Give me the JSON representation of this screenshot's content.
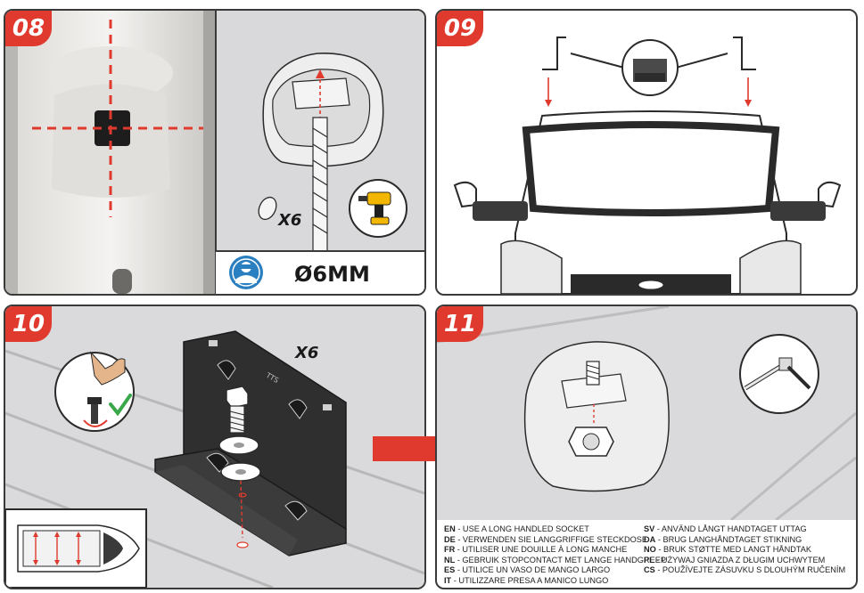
{
  "steps": {
    "s08": {
      "number": "08",
      "spec": "Ø6MM",
      "qty": "X6"
    },
    "s09": {
      "number": "09"
    },
    "s10": {
      "number": "10",
      "qty": "X6",
      "stamp": "TTS"
    },
    "s11": {
      "number": "11"
    }
  },
  "legend": {
    "left": [
      {
        "code": "EN",
        "text": " - USE A LONG HANDLED SOCKET"
      },
      {
        "code": "DE",
        "text": " - VERWENDEN SIE LANGGRIFFIGE STECKDOSE"
      },
      {
        "code": "FR",
        "text": " - UTILISER UNE DOUILLE À LONG MANCHE"
      },
      {
        "code": "NL",
        "text": " - GEBRUIK STOPCONTACT MET LANGE HANDGREEP"
      },
      {
        "code": "ES",
        "text": " - UTILICE UN VASO DE MANGO LARGO"
      },
      {
        "code": "IT",
        "text": " - UTILIZZARE PRESA A MANICO LUNGO"
      }
    ],
    "right": [
      {
        "code": "SV",
        "text": " - ANVÄND LÅNGT HANDTAGET UTTAG"
      },
      {
        "code": "DA",
        "text": " - BRUG LANGHÅNDTAGET STIKNING"
      },
      {
        "code": "NO",
        "text": " - BRUK STØTTE MED LANGT HÅNDTAK"
      },
      {
        "code": "PL",
        "text": " - UŻYWAJ GNIAZDA Z DŁUGIM UCHWYTEM"
      },
      {
        "code": "CS",
        "text": " - POUŽÍVEJTE ZÁSUVKU S DLOUHÝM RUČENÍM"
      }
    ]
  },
  "colors": {
    "accent": "#e03a2f",
    "safety_blue": "#2a7fc1",
    "check_green": "#3aa84a"
  }
}
